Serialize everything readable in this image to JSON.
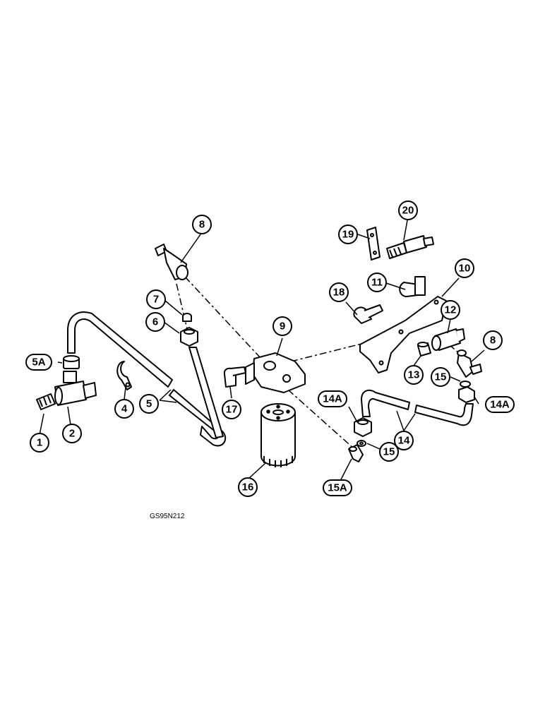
{
  "figure_code": "GS95N212",
  "callouts": {
    "c1": "1",
    "c2": "2",
    "c4": "4",
    "c5": "5",
    "c5a": "5A",
    "c6": "6",
    "c7": "7",
    "c8a": "8",
    "c8b": "8",
    "c9": "9",
    "c10": "10",
    "c11": "11",
    "c12": "12",
    "c13": "13",
    "c14": "14",
    "c14a_left": "14A",
    "c14a_right": "14A",
    "c15a": "15",
    "c15b": "15",
    "c15a_pill": "15A",
    "c16": "16",
    "c17": "17",
    "c18": "18",
    "c19": "19",
    "c20": "20"
  }
}
